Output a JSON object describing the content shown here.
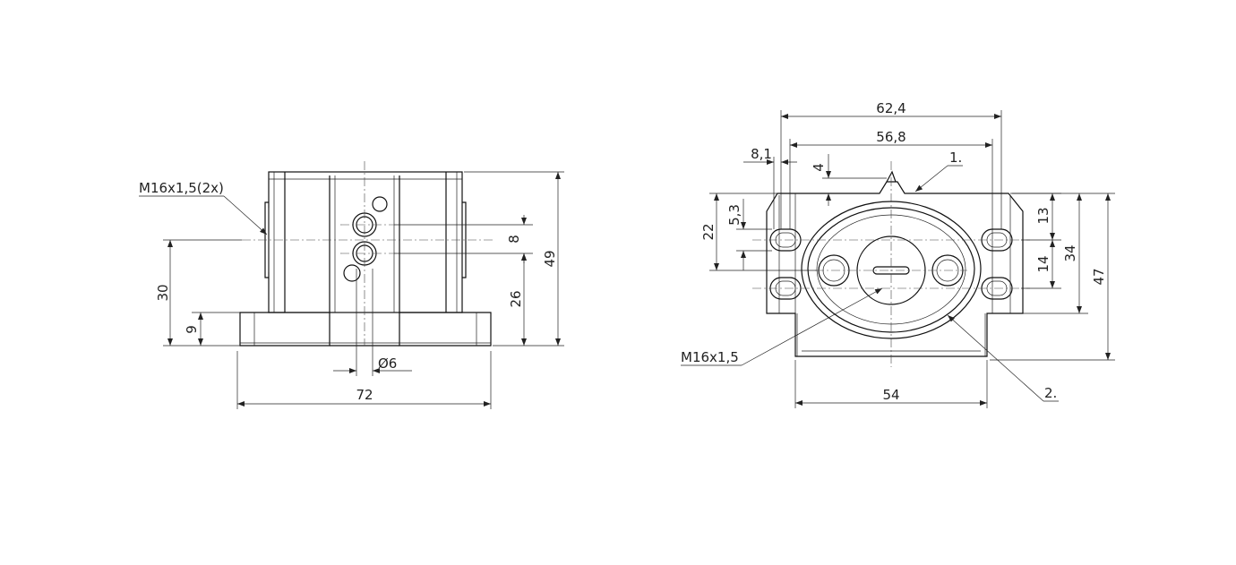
{
  "drawing": {
    "left_view": {
      "dim_width": "72",
      "dim_height_total": "49",
      "dim_height_axis": "26",
      "dim_hole_spacing": "8",
      "dim_thread_height": "30",
      "dim_base_height": "9",
      "dim_hole_diameter": "Ø6",
      "thread_label": "M16x1,5(2x)"
    },
    "right_view": {
      "dim_overall_width": "62,4",
      "dim_hole_spacing": "56,8",
      "dim_offset": "8,1",
      "dim_top": "4",
      "dim_slot_offset": "5,3",
      "dim_left_height": "22",
      "dim_slot_top": "13",
      "dim_slot_spacing": "14",
      "dim_slot_total": "34",
      "dim_total_height": "47",
      "dim_base_width": "54",
      "thread_label": "M16x1,5",
      "callout_1": "1.",
      "callout_2": "2."
    }
  }
}
